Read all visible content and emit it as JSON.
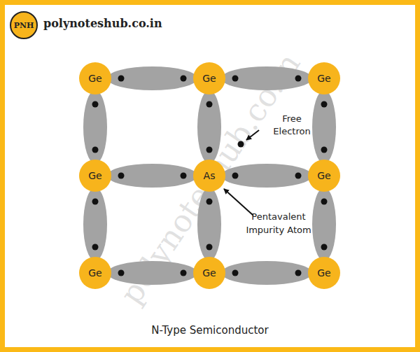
{
  "diagram": {
    "caption": "N-Type Semiconductor",
    "nodes": [
      {
        "text": [
          "Ge"
        ]
      },
      {
        "text": [
          "Ge"
        ]
      },
      {
        "text": [
          "Ge"
        ]
      },
      {
        "text": [
          "Ge"
        ]
      },
      {
        "text": [
          "As"
        ]
      },
      {
        "text": [
          "Ge"
        ]
      },
      {
        "text": [
          "Ge"
        ]
      },
      {
        "text": [
          "Ge"
        ]
      },
      {
        "text": [
          "Ge"
        ]
      }
    ],
    "edges": [
      {
        "from": 0,
        "to": 1,
        "arrow": "none"
      },
      {
        "from": 1,
        "to": 2,
        "arrow": "none"
      },
      {
        "from": 3,
        "to": 4,
        "arrow": "none"
      },
      {
        "from": 4,
        "to": 5,
        "arrow": "none"
      },
      {
        "from": 6,
        "to": 7,
        "arrow": "none"
      },
      {
        "from": 7,
        "to": 8,
        "arrow": "none"
      },
      {
        "from": 0,
        "to": 3,
        "arrow": "none"
      },
      {
        "from": 3,
        "to": 6,
        "arrow": "none"
      },
      {
        "from": 1,
        "to": 4,
        "arrow": "none"
      },
      {
        "from": 4,
        "to": 7,
        "arrow": "none"
      },
      {
        "from": 2,
        "to": 5,
        "arrow": "none"
      },
      {
        "from": 5,
        "to": 8,
        "arrow": "none"
      }
    ],
    "labels": [
      "PNH",
      "polynoteshub.co.in",
      "polynoteshub.co.in",
      "Free Electron",
      "Pentavalent Impurity Atom"
    ]
  }
}
